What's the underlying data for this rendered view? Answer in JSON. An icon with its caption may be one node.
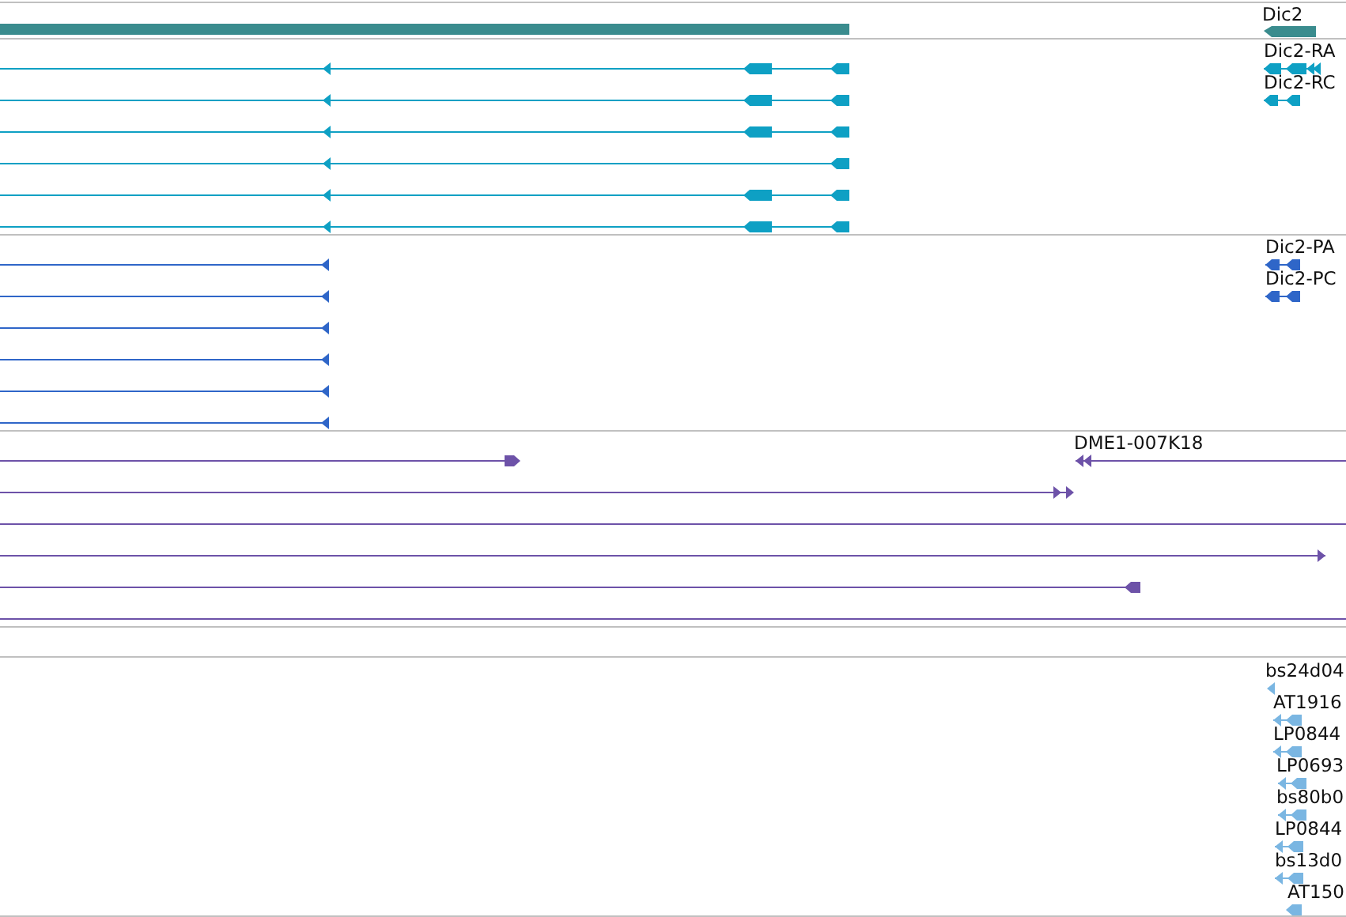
{
  "diagram": {
    "labels": [
      "Dic2",
      "Dic2-RA",
      "Dic2-RC",
      "Dic2-PA",
      "Dic2-PC",
      "DME1-007K18",
      "bs24d04",
      "AT1916",
      "LP0844",
      "LP0693",
      "bs80b0",
      "LP0844",
      "bs13d0",
      "AT150"
    ]
  }
}
